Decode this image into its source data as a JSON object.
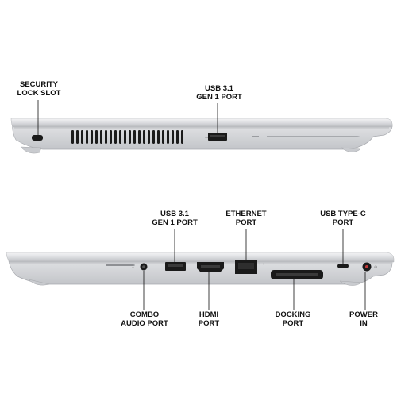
{
  "labels": {
    "security_lock_slot": "SECURITY\nLOCK SLOT",
    "usb_top": "USB 3.1\nGEN 1 PORT",
    "usb_bottom": "USB 3.1\nGEN 1 PORT",
    "ethernet": "ETHERNET\nPORT",
    "usb_c": "USB TYPE-C\nPORT",
    "combo_audio": "COMBO\nAUDIO PORT",
    "hdmi": "HDMI\nPORT",
    "docking": "DOCKING\nPORT",
    "power": "POWER\nIN"
  },
  "colors": {
    "chassis": "#dcdde0",
    "chassis_dark": "#b9bbbf",
    "port_black": "#1a1a1a",
    "leader_line": "#111111"
  }
}
